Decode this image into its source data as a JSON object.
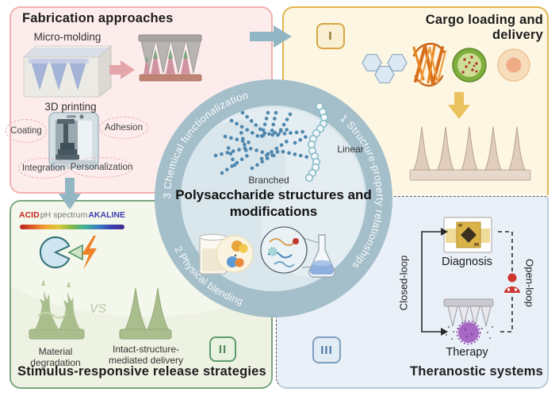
{
  "fabrication": {
    "title": "Fabrication approaches",
    "micro_molding_label": "Micro-molding",
    "printing_label": "3D printing",
    "tags": [
      "Coating",
      "Adhesion",
      "Integration",
      "Personalization"
    ]
  },
  "cargo": {
    "badge": "I",
    "title": "Cargo loading and delivery"
  },
  "stimulus": {
    "badge": "II",
    "title": "Stimulus-responsive release strategies",
    "ph_acid": "ACID",
    "ph_spectrum": "pH spectrum",
    "ph_alkaline": "AKALINE",
    "vs": "VS",
    "left_caption": "Material degradation",
    "right_caption": "Intact-structure-mediated delivery"
  },
  "theranostic": {
    "badge": "III",
    "title": "Theranostic systems",
    "diagnosis_label": "Diagnosis",
    "therapy_label": "Therapy",
    "closed_loop_label": "Closed-loop",
    "open_loop_label": "Open-loop"
  },
  "center": {
    "title": "Polysaccharide structures and modifications",
    "branched_label": "Branched",
    "linear_label": "Linear",
    "ring_label_1": "1 Structure-property relationships",
    "ring_label_2": "2 Physical blending",
    "ring_label_3": "3 Chemical functionalization"
  },
  "colors": {
    "fabrication_accent": "#f0b2ae",
    "cargo_accent": "#e2b54f",
    "stimulus_accent": "#7aa681",
    "theranostic_accent": "#b9c9d9",
    "ring": "#a4bfca",
    "connector_arrow": "#93b6c4"
  }
}
